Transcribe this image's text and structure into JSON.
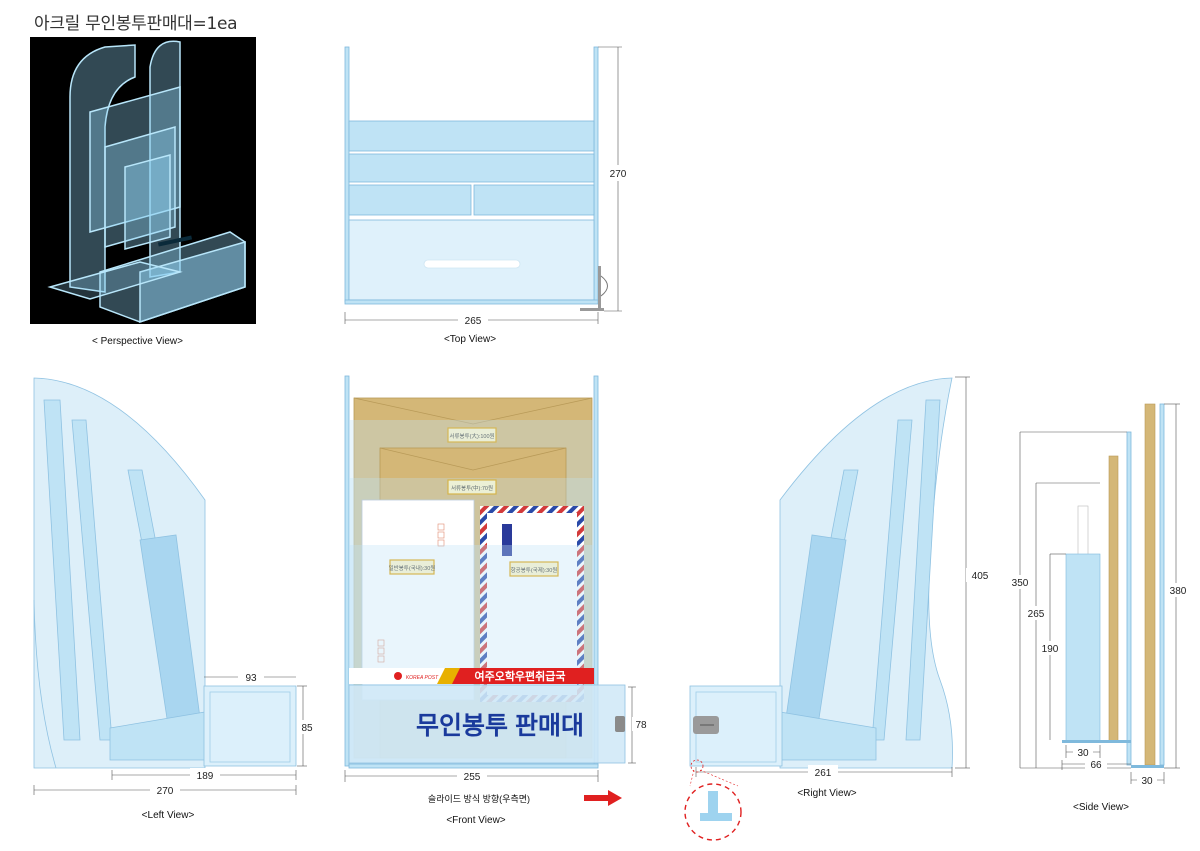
{
  "title": "아크릴 무인봉투판매대=1ea",
  "captions": {
    "perspective": "< Perspective View>",
    "top": "<Top View>",
    "left": "<Left View>",
    "front": "<Front View>",
    "right": "<Right View>",
    "side": "<Side View>"
  },
  "dimensions": {
    "top_width": "265",
    "top_depth": "270",
    "left_93": "93",
    "left_85": "85",
    "left_189": "189",
    "left_270": "270",
    "front_255": "255",
    "front_78": "78",
    "right_405": "405",
    "right_261": "261",
    "side_350": "350",
    "side_265": "265",
    "side_190": "190",
    "side_380": "380",
    "side_30a": "30",
    "side_66": "66",
    "side_30b": "30"
  },
  "front_labels": {
    "envelope1": "서류봉투(大):100원",
    "envelope2": "서류봉투(中):70원",
    "envelope3": "일반봉투(국내):30원",
    "envelope4": "항공봉투(국제):30원",
    "banner_logo": "KOREA POST",
    "banner_text": "여주오학우편취급국",
    "big_sign": "무인봉투 판매대",
    "slide_note": "슬라이드 방식 방향(우측면)"
  },
  "colors": {
    "acrylic": "#bfe3f5",
    "acrylic_edge": "#7fb9dc",
    "kraft": "#d4b777",
    "sign_text": "#1a3a9c",
    "banner_red": "#e02020",
    "marker_red": "#e02020"
  }
}
